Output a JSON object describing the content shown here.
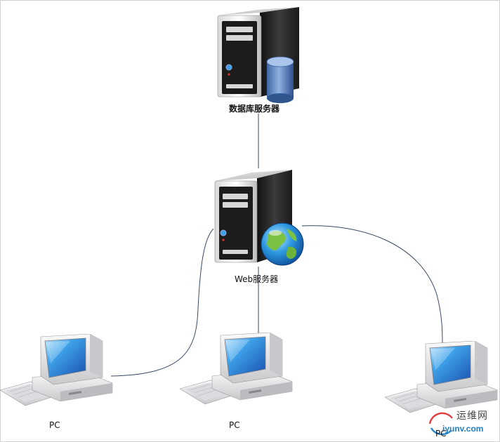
{
  "nodes": {
    "db_server": {
      "label": "数据库服务器"
    },
    "web_server": {
      "label": "Web服务器"
    },
    "pc_left": {
      "label": "PC"
    },
    "pc_center": {
      "label": "PC"
    },
    "pc_right": {
      "label": "PC"
    }
  },
  "edges": [
    {
      "from": "db_server",
      "to": "web_server"
    },
    {
      "from": "web_server",
      "to": "pc_left"
    },
    {
      "from": "web_server",
      "to": "pc_center"
    },
    {
      "from": "web_server",
      "to": "pc_right"
    }
  ],
  "watermark": {
    "text_cn": "运维网",
    "url": "iyunv.com"
  },
  "colors": {
    "line": "#3a4a63",
    "server_body": "#2a2a2a",
    "monitor_frame": "#e8e8ea",
    "screen": "#2f8fd8",
    "db_cylinder": "#5b86c2"
  }
}
